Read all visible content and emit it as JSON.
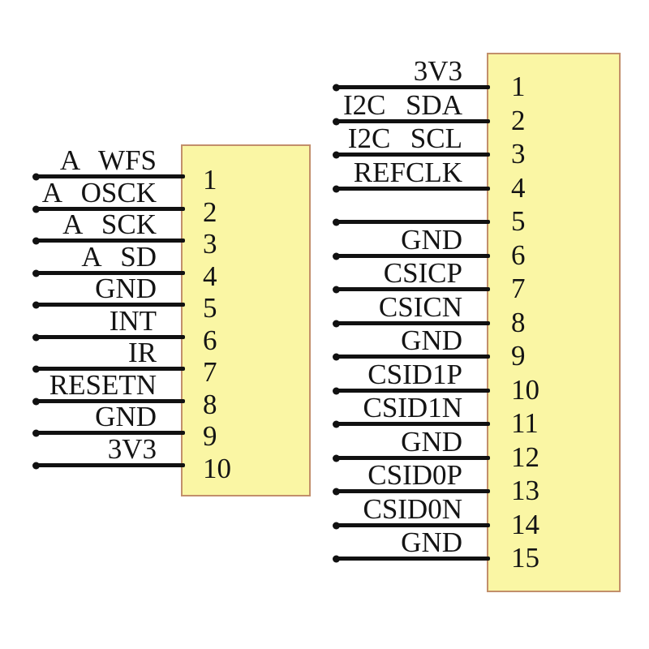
{
  "colors": {
    "background": "#ffffff",
    "box_fill": "#faf6a4",
    "box_border": "#c28f6b",
    "wire": "#111111",
    "text": "#141414"
  },
  "connectors": [
    {
      "name": "left",
      "pins": [
        {
          "number": "1",
          "label": "A WFS"
        },
        {
          "number": "2",
          "label": "A OSCK"
        },
        {
          "number": "3",
          "label": "A SCK"
        },
        {
          "number": "4",
          "label": "A SD"
        },
        {
          "number": "5",
          "label": "GND"
        },
        {
          "number": "6",
          "label": "INT"
        },
        {
          "number": "7",
          "label": "IR"
        },
        {
          "number": "8",
          "label": "RESETN"
        },
        {
          "number": "9",
          "label": "GND"
        },
        {
          "number": "10",
          "label": "3V3"
        }
      ]
    },
    {
      "name": "right",
      "pins": [
        {
          "number": "1",
          "label": "3V3"
        },
        {
          "number": "2",
          "label": "I2C SDA"
        },
        {
          "number": "3",
          "label": "I2C SCL"
        },
        {
          "number": "4",
          "label": "REFCLK"
        },
        {
          "number": "5",
          "label": ""
        },
        {
          "number": "6",
          "label": "GND"
        },
        {
          "number": "7",
          "label": "CSICP"
        },
        {
          "number": "8",
          "label": "CSICN"
        },
        {
          "number": "9",
          "label": "GND"
        },
        {
          "number": "10",
          "label": "CSID1P"
        },
        {
          "number": "11",
          "label": "CSID1N"
        },
        {
          "number": "12",
          "label": "GND"
        },
        {
          "number": "13",
          "label": "CSID0P"
        },
        {
          "number": "14",
          "label": "CSID0N"
        },
        {
          "number": "15",
          "label": "GND"
        }
      ]
    }
  ]
}
